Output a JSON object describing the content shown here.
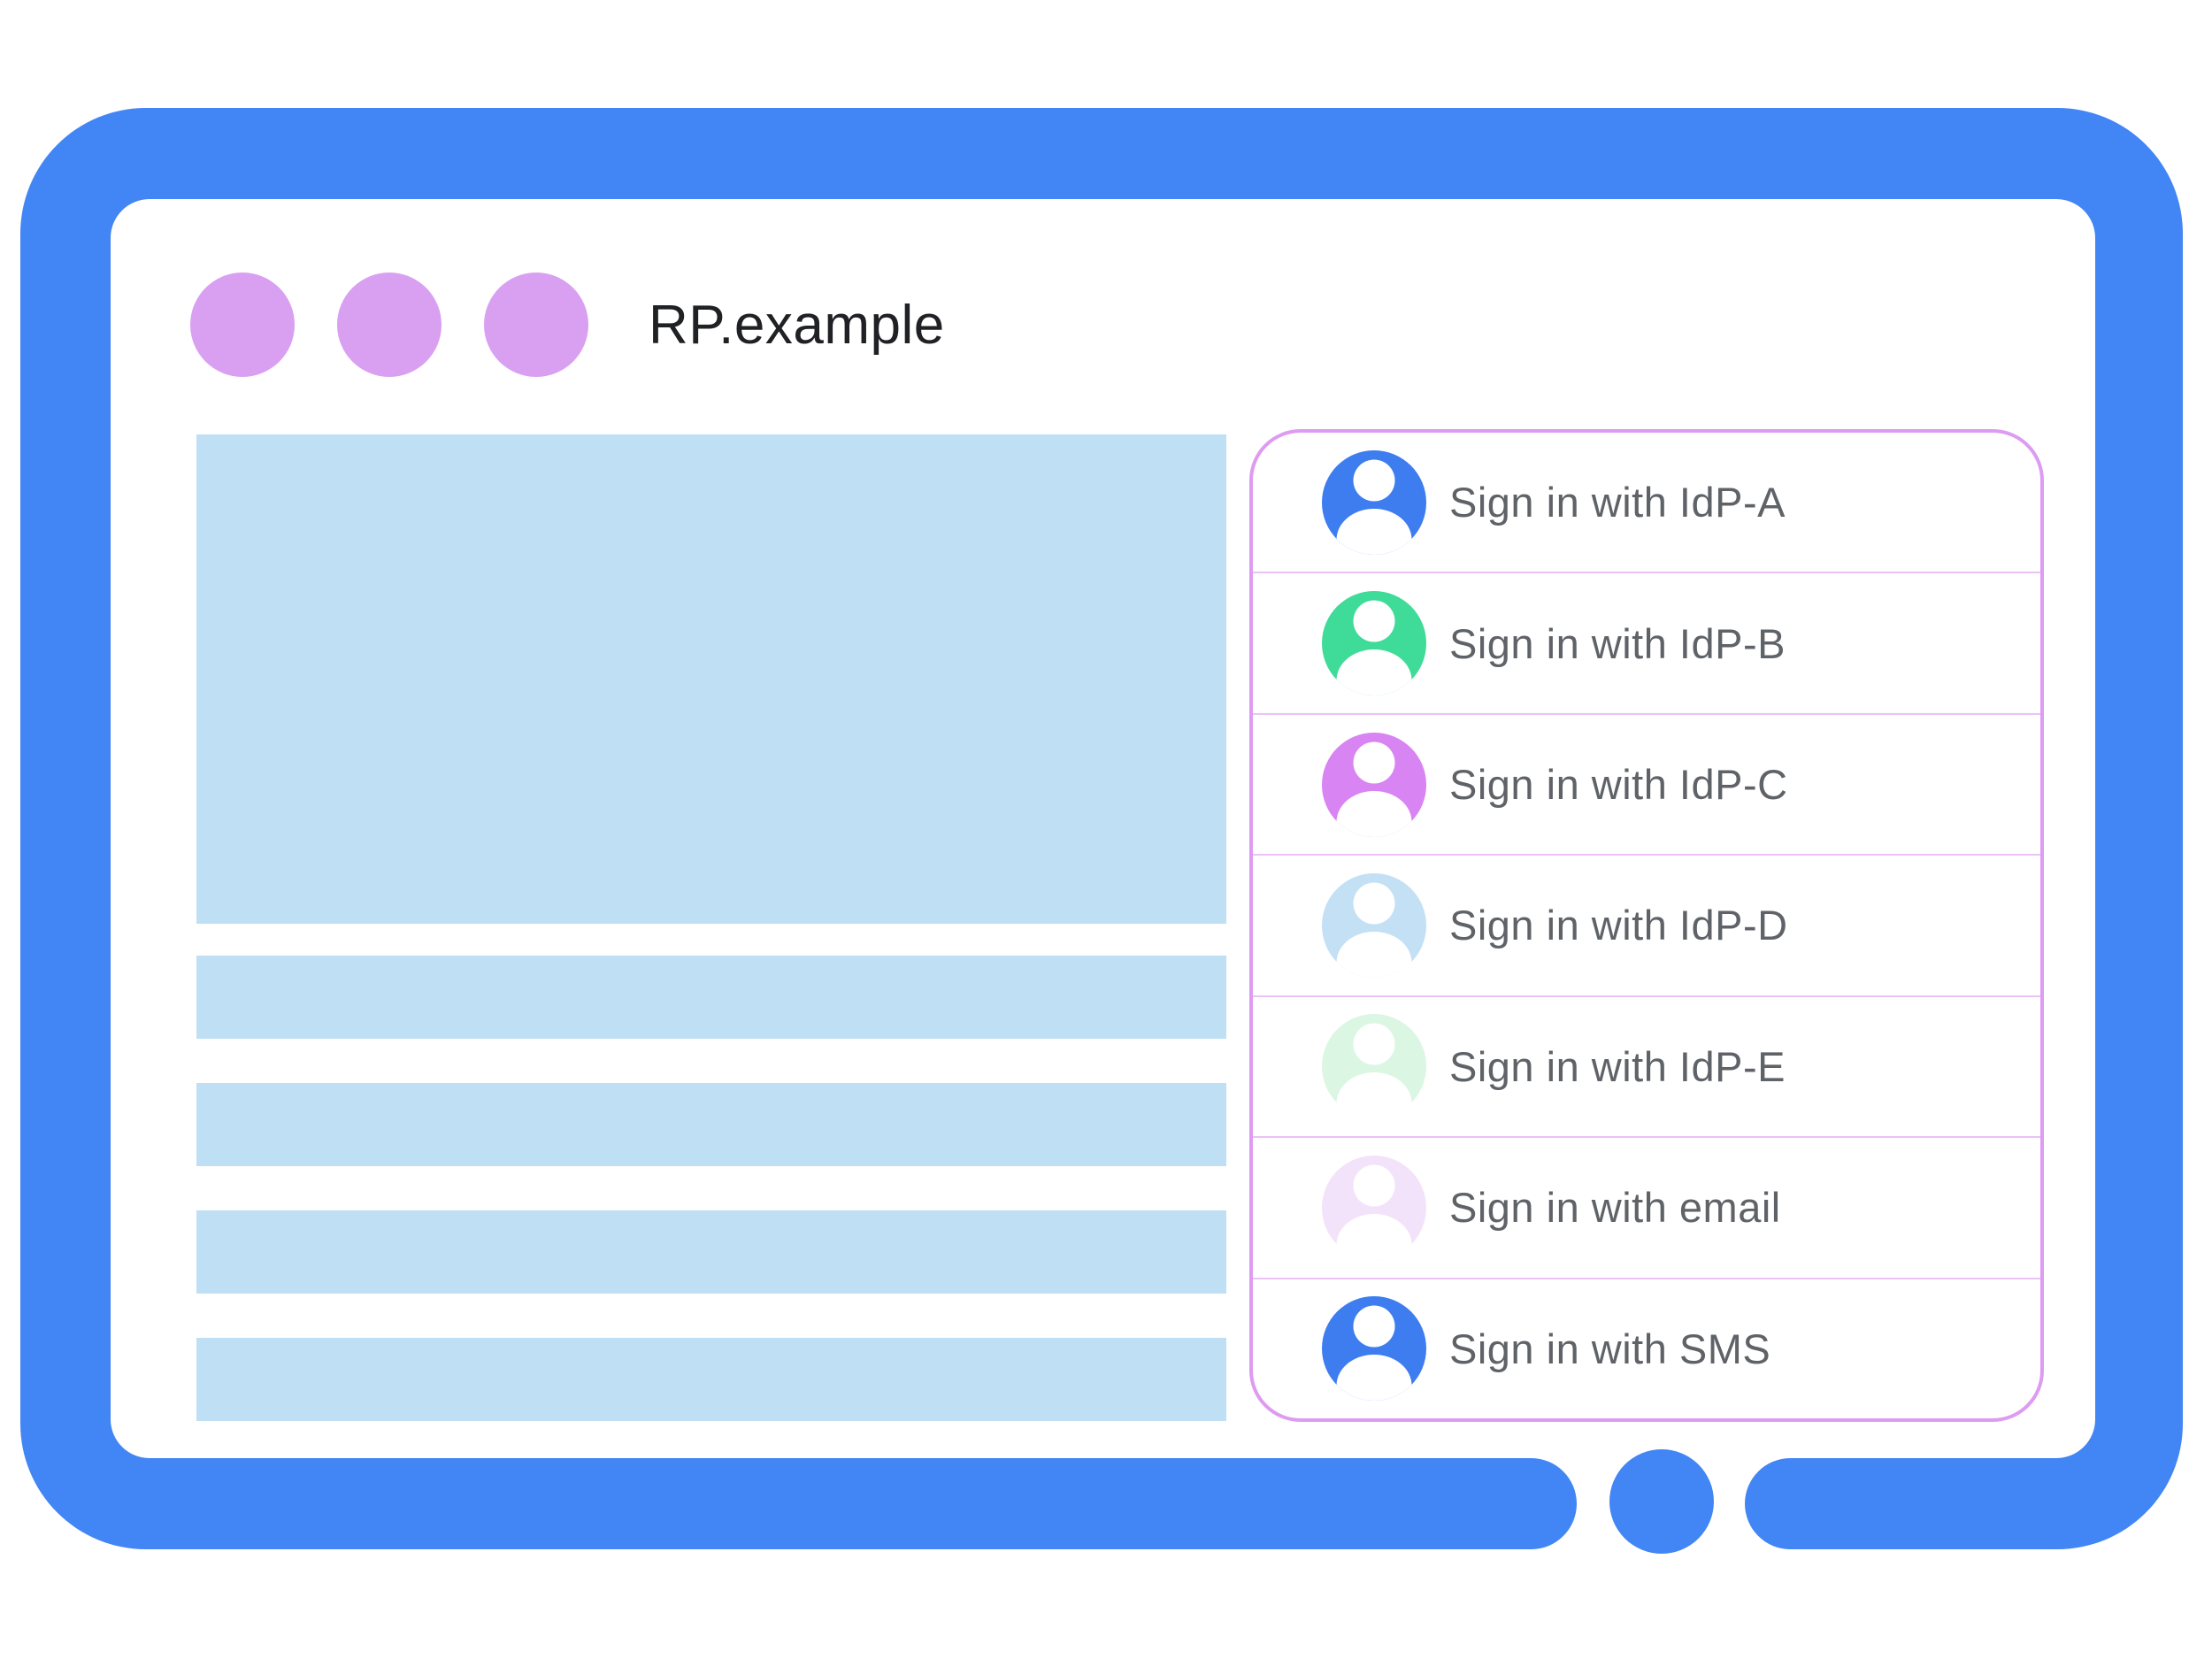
{
  "window": {
    "title": "RP.example",
    "control_dots": 3
  },
  "content": {
    "hero_placeholder": true,
    "bar_count": 4
  },
  "sign_in_panel": {
    "options": [
      {
        "id": "idp-a",
        "label": "Sign in with IdP-A",
        "avatar_color": "#3D7DF0"
      },
      {
        "id": "idp-b",
        "label": "Sign in with IdP-B",
        "avatar_color": "#3FDB98"
      },
      {
        "id": "idp-c",
        "label": "Sign in with IdP-C",
        "avatar_color": "#D884F2"
      },
      {
        "id": "idp-d",
        "label": "Sign in with IdP-D",
        "avatar_color": "#C4E0F5"
      },
      {
        "id": "idp-e",
        "label": "Sign in with IdP-E",
        "avatar_color": "#DCF6E4"
      },
      {
        "id": "email",
        "label": "Sign in with email",
        "avatar_color": "#F3E3FA"
      },
      {
        "id": "sms",
        "label": "Sign in with SMS",
        "avatar_color": "#3D7DF0"
      }
    ]
  },
  "colors": {
    "frame": "#4285F4",
    "placeholder": "#BFE0F4",
    "window_dot": "#D9A0F2",
    "panel_border": "#DD9BF2",
    "divider": "#EBC3F6",
    "label_text": "#5F6368",
    "title_text": "#202124"
  }
}
